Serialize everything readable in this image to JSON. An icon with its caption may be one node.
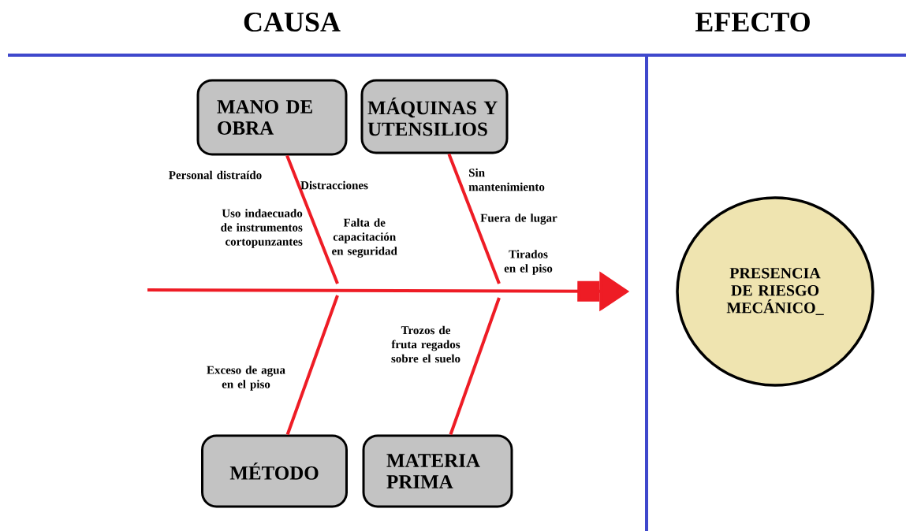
{
  "diagram": {
    "nodes": [
      {
        "text": [
          "MANO DE OBRA"
        ]
      },
      {
        "text": [
          "MÁQUINAS Y UTENSILIOS"
        ]
      },
      {
        "text": [
          "MÉTODO"
        ]
      },
      {
        "text": [
          "MATERIA PRIMA"
        ]
      },
      {
        "text": [
          "PRESENCIA DE RIESGO MECÁNICO_"
        ]
      }
    ],
    "edges": [
      {
        "from": null,
        "to": 4,
        "arrow": "to"
      },
      {
        "from": 0,
        "to": null,
        "arrow": "none"
      },
      {
        "from": 1,
        "to": null,
        "arrow": "none"
      },
      {
        "from": 2,
        "to": null,
        "arrow": "none"
      },
      {
        "from": 3,
        "to": null,
        "arrow": "none"
      }
    ],
    "labels": [
      "CAUSA",
      "EFECTO",
      "Personal distraído",
      "Distracciones",
      "Sin mantenimiento",
      "Uso indaecuado de instrumentos cortopunzantes",
      "Falta de capacitación en seguridad",
      "Fuera de lugar",
      "Tirados en el piso",
      "Trozos de fruta regados sobre el suelo",
      "Exceso de agua en el piso"
    ]
  }
}
